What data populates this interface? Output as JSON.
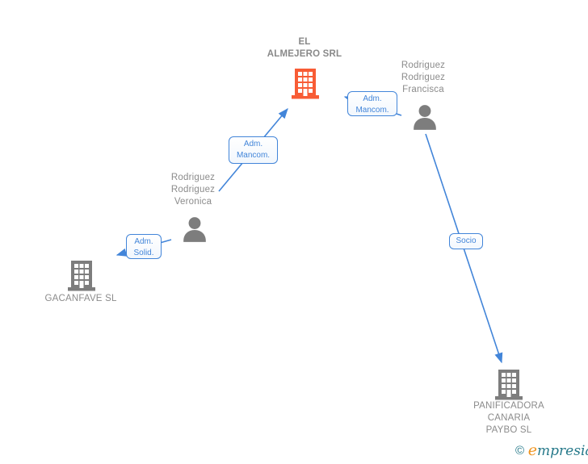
{
  "diagram": {
    "nodes": {
      "almejero": {
        "label": "EL\nALMEJERO SRL",
        "type": "company",
        "highlighted": true
      },
      "francisca": {
        "label": "Rodriguez\nRodriguez\nFrancisca",
        "type": "person",
        "highlighted": false
      },
      "veronica": {
        "label": "Rodriguez\nRodriguez\nVeronica",
        "type": "person",
        "highlighted": false
      },
      "gacanfave": {
        "label": "GACANFAVE SL",
        "type": "company",
        "highlighted": false
      },
      "panificadora": {
        "label": "PANIFICADORA\nCANARIA\nPAYBO SL",
        "type": "company",
        "highlighted": false
      }
    },
    "edges": {
      "veronica_almejero": {
        "label": "Adm.\nMancom.",
        "from": "Rodriguez Rodriguez Veronica",
        "to": "EL ALMEJERO SRL"
      },
      "francisca_almejero": {
        "label": "Adm.\nMancom.",
        "from": "Rodriguez Rodriguez Francisca",
        "to": "EL ALMEJERO SRL"
      },
      "veronica_gacanfave": {
        "label": "Adm.\nSolid.",
        "from": "Rodriguez Rodriguez Veronica",
        "to": "GACANFAVE SL"
      },
      "francisca_panificadora": {
        "label": "Socio",
        "from": "Rodriguez Rodriguez Francisca",
        "to": "PANIFICADORA CANARIA PAYBO SL"
      }
    },
    "colors": {
      "edge_blue": "#4285d9",
      "node_gray": "#7d7d7d",
      "text_gray": "#8b8b8b",
      "highlight_orange": "#f85c35",
      "watermark_teal": "#26798a",
      "watermark_orange": "#f0941f"
    },
    "watermark": {
      "copyright": "©",
      "brand_initial": "e",
      "brand_rest": "mpresia"
    }
  }
}
